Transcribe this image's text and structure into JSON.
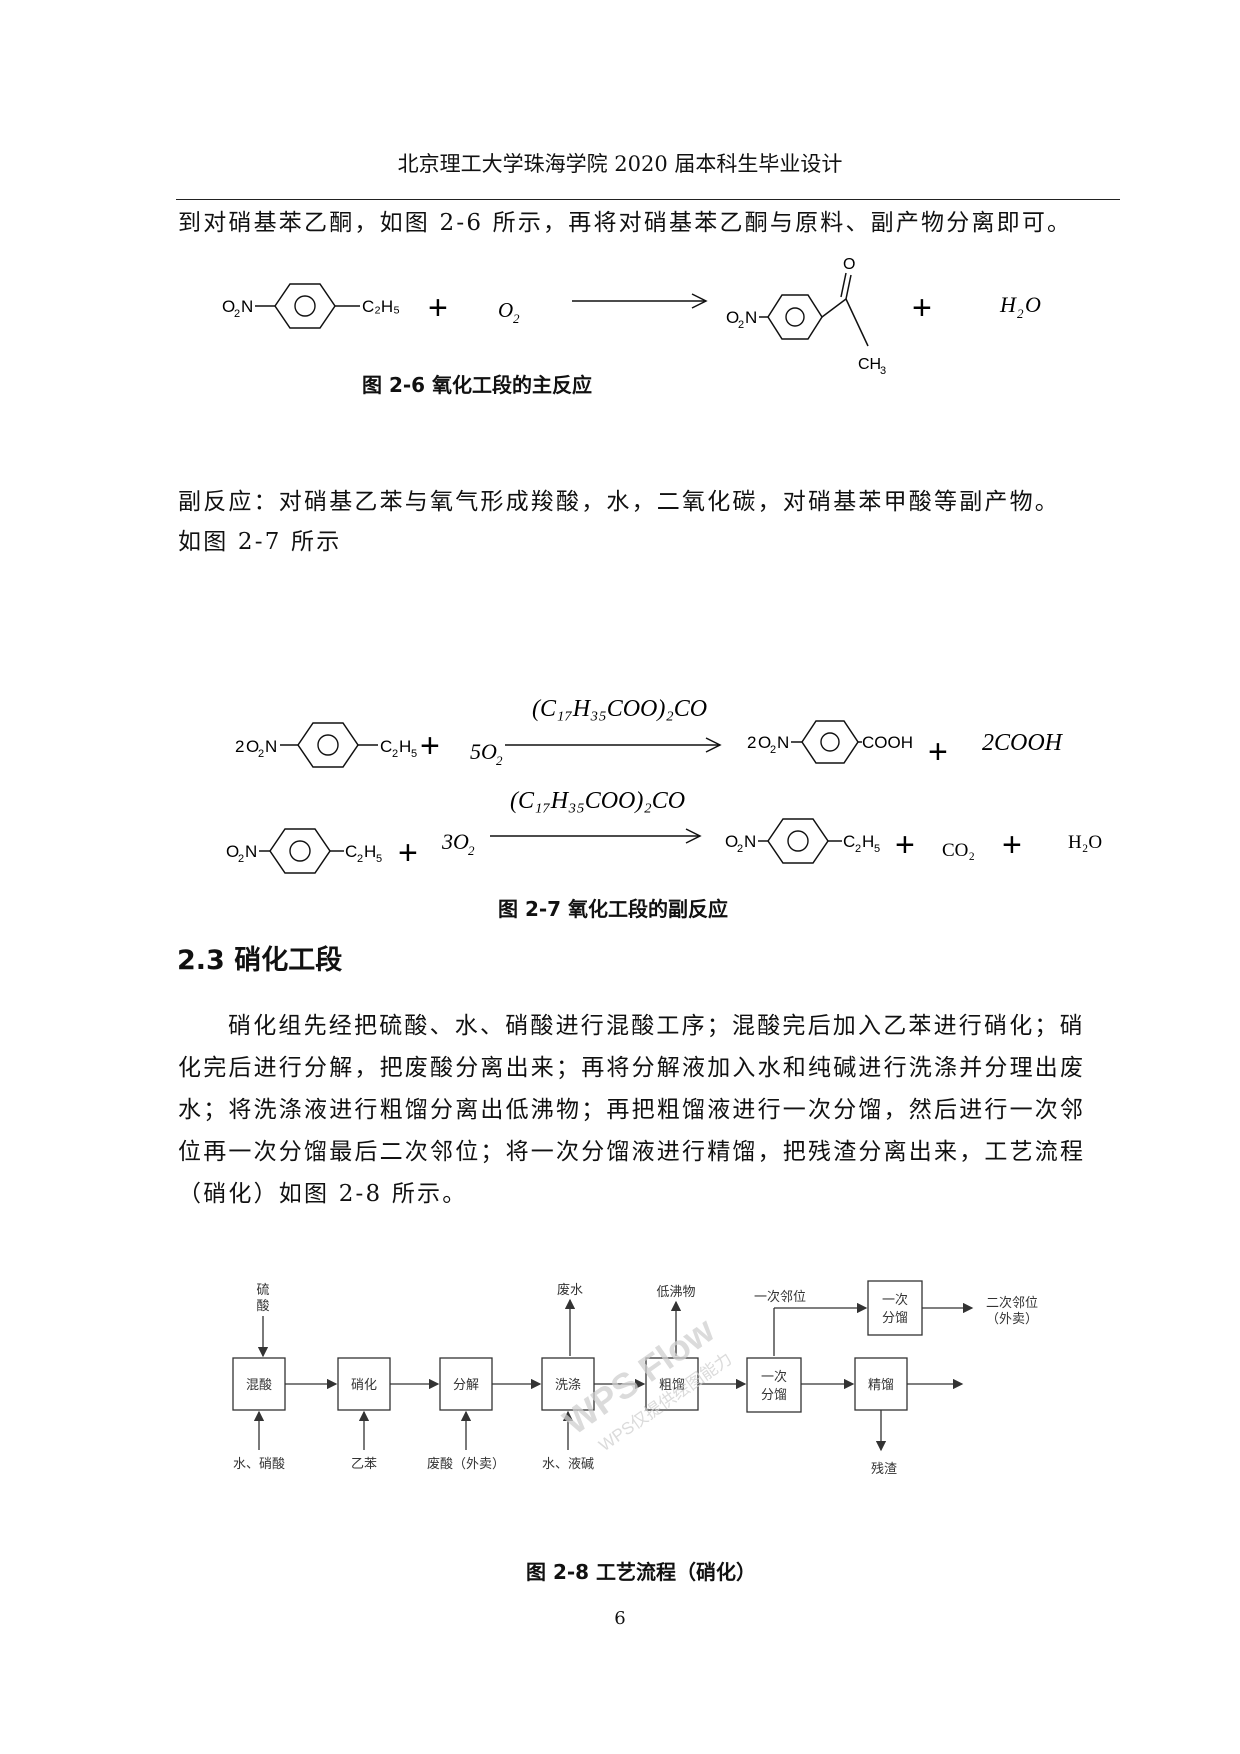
{
  "header": {
    "title": "北京理工大学珠海学院 2020 届本科生毕业设计"
  },
  "paragraph1": "到对硝基苯乙酮，如图 2-6 所示，再将对硝基苯乙酮与原料、副产物分离即可。",
  "reaction1": {
    "reactant1_sub": "C₂H₅",
    "plus": "+",
    "oxidant": "O",
    "oxidant_sub": "2",
    "product_o": "O",
    "product_ch3": "CH",
    "product_ch3_sub": "3",
    "water": "H",
    "water_sub": "2",
    "water_o": "O",
    "caption": "图 2-6 氧化工段的主反应"
  },
  "paragraph2_line1": "副反应：对硝基乙苯与氧气形成羧酸，水，二氧化碳，对硝基苯甲酸等副产物。",
  "paragraph2_line2": "如图 2-7 所示",
  "reaction2": {
    "catalyst": "(C₁₇H₃₅COO)₂CO",
    "row1_coef": "2",
    "row1_oxygen": "5O",
    "row1_oxygen_sub": "2",
    "row1_product_coef": "2",
    "row1_product_group": "COOH",
    "row1_byproduct": "2COOH",
    "row2_oxygen": "3O",
    "row2_oxygen_sub": "2",
    "row2_co2": "CO₂",
    "row2_water": "H₂O",
    "caption": "图 2-7  氧化工段的副反应"
  },
  "section_heading": "2.3 硝化工段",
  "paragraph3": [
    "硝化组先经把硫酸、水、硝酸进行混酸工序；混酸完后加入乙苯进行硝化；硝",
    "化完后进行分解，把废酸分离出来；再将分解液加入水和纯碱进行洗涤并分理出废",
    "水；将洗涤液进行粗馏分离出低沸物；再把粗馏液进行一次分馏，然后进行一次邻",
    "位再一次分馏最后二次邻位；将一次分馏液进行精馏，把残渣分离出来，工艺流程",
    "（硝化）如图 2-8 所示。"
  ],
  "flowchart": {
    "boxes": [
      "混酸",
      "硝化",
      "分解",
      "洗涤",
      "粗馏",
      "一次\n分馏",
      "精馏",
      "一次\n分馏"
    ],
    "top_inputs": [
      "硫\n酸"
    ],
    "top_outputs": [
      "废水",
      "低沸物",
      "一次邻位",
      "二次邻位\n（外卖）"
    ],
    "bottom_inputs": [
      "水、硝酸",
      "乙苯",
      "废酸（外卖）",
      "水、液碱"
    ],
    "bottom_outputs": [
      "残渣"
    ],
    "watermark": "WPS Flow",
    "watermark2": "WPS仅提供绘图能力",
    "caption": "图 2-8 工艺流程（硝化）"
  },
  "page_number": "6"
}
